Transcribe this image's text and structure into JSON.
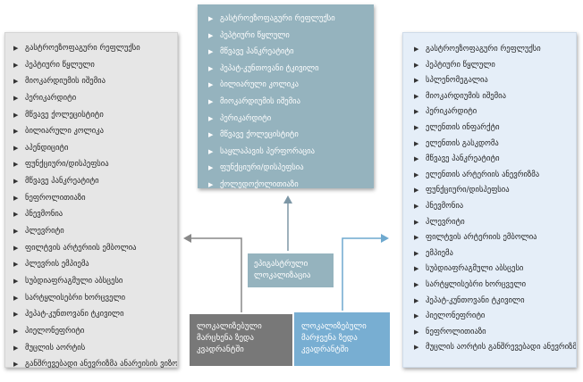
{
  "left_panel": {
    "items": [
      "გასტროეზოფაგური რეფლუქსი",
      "პეპტიური წყლული",
      "მიოკარდიუმის იშემია",
      "პერიკარდიტი",
      "მწვავე ქოლეცისტიტი",
      "ბილიარული კოლიკა",
      "აპენდიციტი",
      "ფუნქციური/დისპეფსია",
      "მწვავე პანკრეატიტი",
      "ნეფროლითიაზი",
      "პნევმონია",
      "პლევრიტი",
      "ფილტვის არტერიის ემბოლია",
      "პლევრის ემპიემა",
      "სუბდიაფრაგმული აბსცესი",
      "სარტყლისებრი ხორცველი",
      "ჰეპატ-კუნთოვანი ტკივილი",
      "პიელონეფრიტი",
      "მუცლის აორტის",
      "განშრევებადი ანევრიზმა ანარეისის ვიზო"
    ]
  },
  "center_panel": {
    "items": [
      "გასტროეზოფაგური რეფლუქსი",
      "პეპტიური წყლული",
      "მწვავე პანკრეატიტი",
      "ჰეპატ-კუნთოვანი ტკივილი",
      "ბილიარული კოლიკა",
      "მიოკარდიუმის იშემია",
      "პერიკარდიტი",
      "მწვავე ქოლეცისტიტი",
      "საყლაპავის პერფორაცია",
      "ფუნქციური/დისპეფსია",
      "ქოლედოქოლითიაზი"
    ]
  },
  "right_panel": {
    "items": [
      "გასტროეზოფაგური რეფლუქსი",
      "პეპტიური წყლული",
      "სპლენომეგალია",
      "მიოკარდიუმის იშემია",
      "პერიკარდიტი",
      "ელენთის ინფარქტი",
      "ელენთის გასკდომა",
      "მწვავე პანკრეატიტი",
      "ელენთის არტერიის ანევრიზმა",
      "ფუნქციური/დისპეფსია",
      "პნევმონია",
      "პლევრიტი",
      "ფილტვის არტერიის ემბოლია",
      "ემპიემა",
      "სუბდიაფრაგმული აბსცესი",
      "სარტყლისებრი ხორცველი",
      "ჰეპატ-კუნთოვანი ტკივილი",
      "პიელონეფრიტი",
      "ნეფროლითიაზი",
      "მუცლის აორტის განშრევებადი ანევრიზმა"
    ]
  },
  "boxes": {
    "epigastric": "ეპიგასტრული ლოკალიზაცია",
    "left_quadrant": "ლოკალიზებული მარცხენა ზედა კვადრანტში",
    "right_quadrant": "ლოკალიზებული მარჯვენა ზედა კვადრანტში"
  },
  "bullet_glyph": "▶",
  "colors": {
    "left_panel_bg": "#e6e6e6",
    "center_panel_bg": "#95b3be",
    "right_panel_bg": "#e5eef8",
    "epigastric_box": "#95b3be",
    "left_quadrant_box": "#787878",
    "right_quadrant_box": "#78aed2"
  }
}
